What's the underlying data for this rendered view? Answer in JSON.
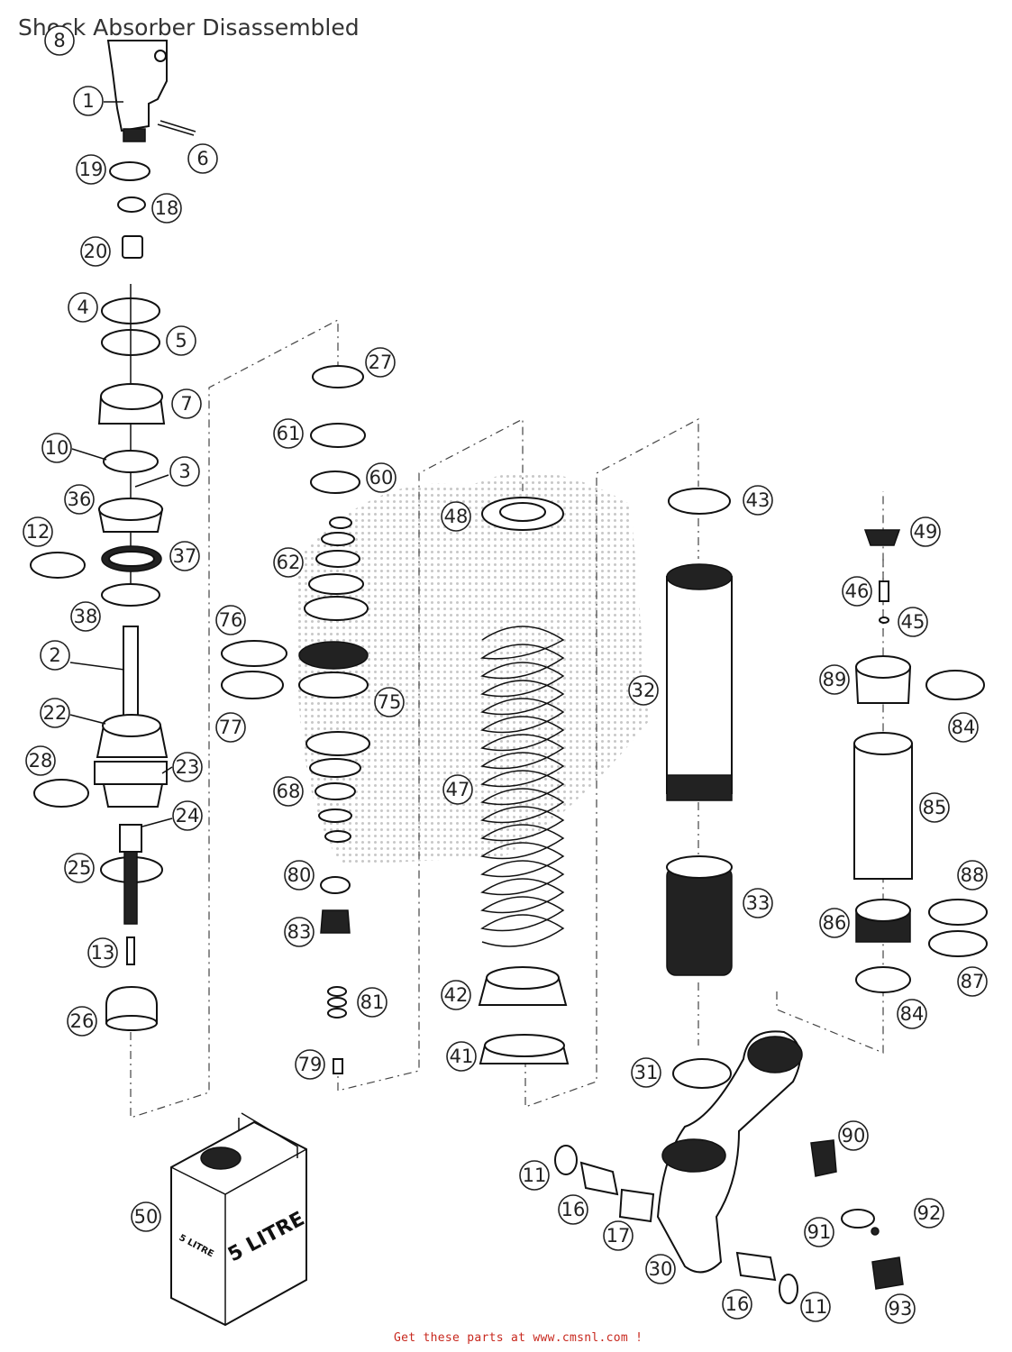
{
  "title": "Shock Absorber Disassembled",
  "footer": "Get these parts at www.cmsnl.com !",
  "can_label_front": "5 LITRE",
  "can_label_side": "5 LITRE",
  "callouts": [
    "8",
    "1",
    "6",
    "19",
    "18",
    "20",
    "4",
    "5",
    "7",
    "10",
    "3",
    "36",
    "12",
    "37",
    "38",
    "2",
    "22",
    "28",
    "23",
    "24",
    "25",
    "13",
    "26",
    "76",
    "77",
    "27",
    "61",
    "60",
    "62",
    "75",
    "68",
    "80",
    "83",
    "81",
    "79",
    "48",
    "47",
    "42",
    "41",
    "43",
    "32",
    "33",
    "31",
    "11",
    "16",
    "17",
    "30",
    "49",
    "46",
    "45",
    "89",
    "84",
    "85",
    "88",
    "86",
    "87",
    "90",
    "91",
    "92",
    "93",
    "50"
  ]
}
